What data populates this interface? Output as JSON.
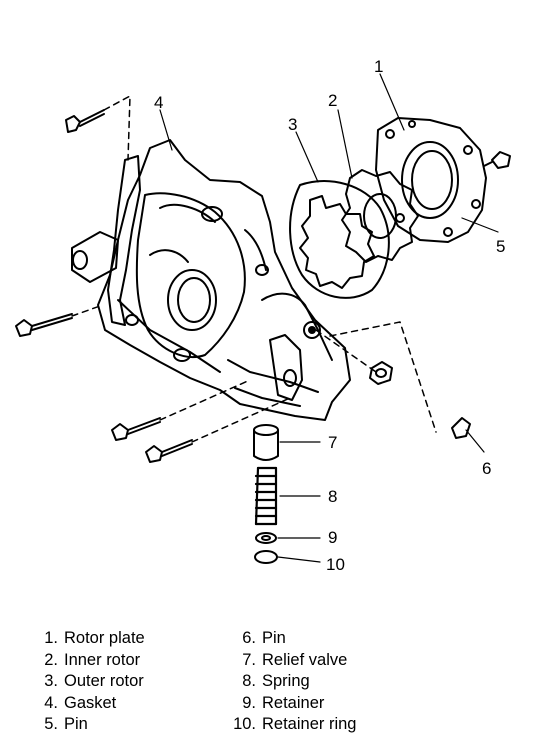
{
  "callouts": {
    "c1": "1",
    "c2": "2",
    "c3": "3",
    "c4": "4",
    "c5": "5",
    "c6": "6",
    "c7": "7",
    "c8": "8",
    "c9": "9",
    "c10": "10"
  },
  "legend": {
    "left": [
      {
        "num": "1.",
        "label": "Rotor plate"
      },
      {
        "num": "2.",
        "label": "Inner rotor"
      },
      {
        "num": "3.",
        "label": "Outer rotor"
      },
      {
        "num": "4.",
        "label": "Gasket"
      },
      {
        "num": "5.",
        "label": "Pin"
      }
    ],
    "right": [
      {
        "num": "6.",
        "label": "Pin"
      },
      {
        "num": "7.",
        "label": "Relief valve"
      },
      {
        "num": "8.",
        "label": "Spring"
      },
      {
        "num": "9.",
        "label": "Retainer"
      },
      {
        "num": "10.",
        "label": "Retainer ring"
      }
    ]
  }
}
